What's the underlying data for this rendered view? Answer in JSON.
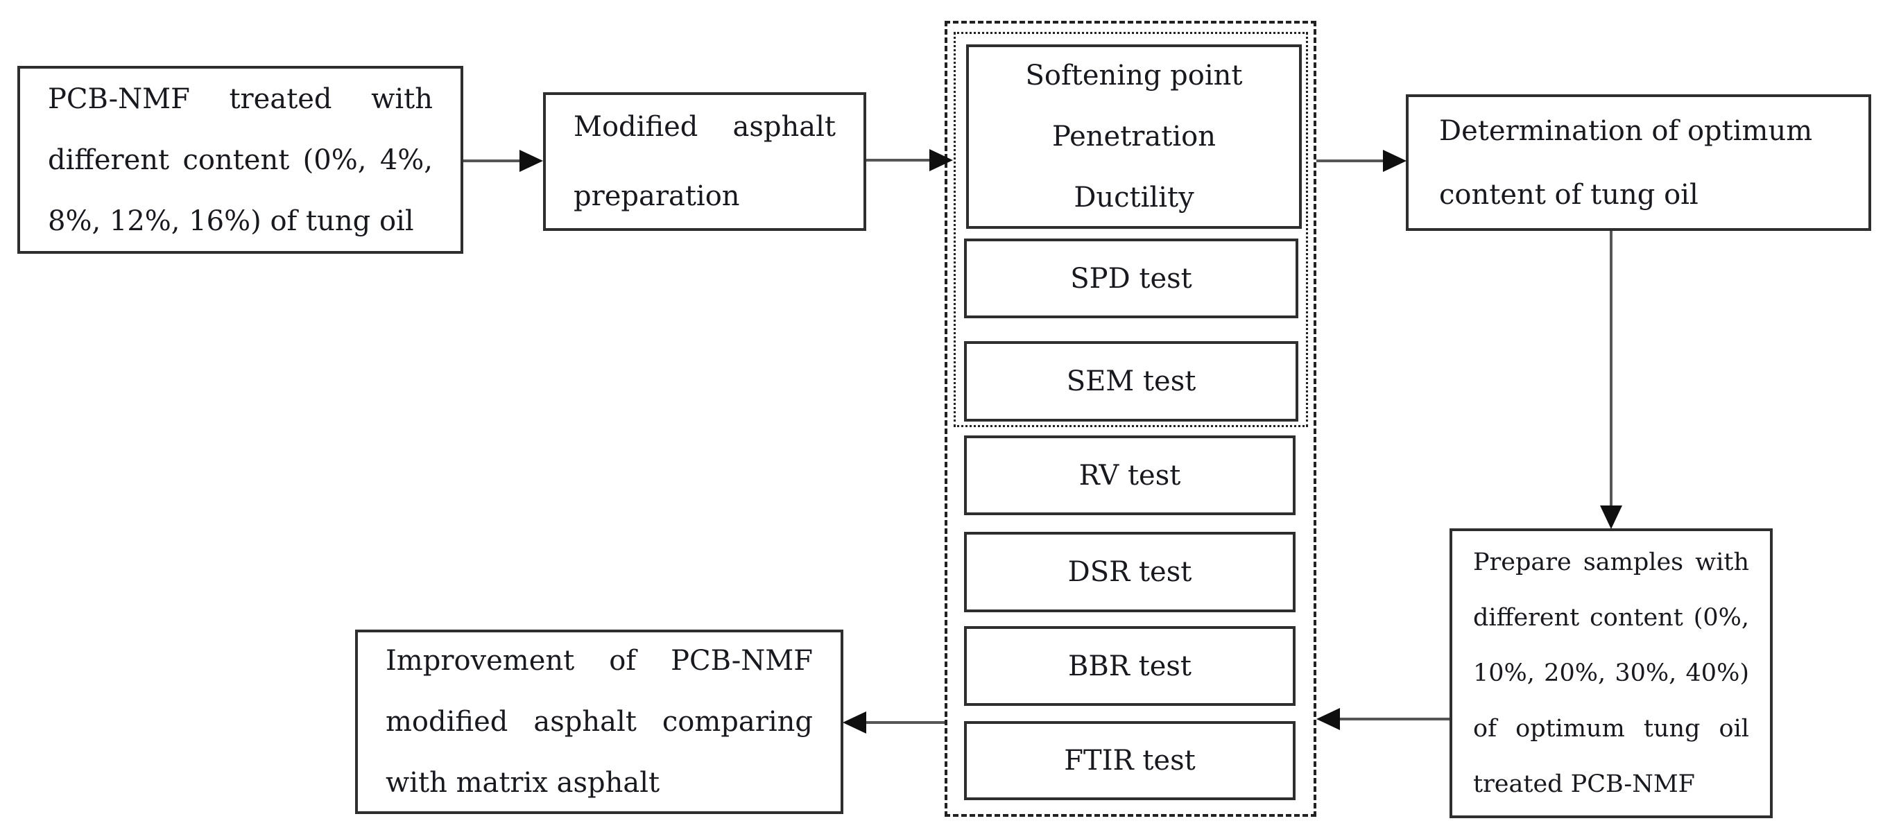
{
  "figure": {
    "background_color": "#ffffff",
    "box_border_color": "#2e2e2e",
    "dashed_border_color": "#222222",
    "arrow_line_color": "#565656",
    "arrow_head_color": "#0f0f0f",
    "text_color": "#18181f"
  },
  "nodes": {
    "pcb_nmf_treated": {
      "label": "PCB-NMF treated with different content (0%, 4%, 8%, 12%, 16%) of tung oil"
    },
    "modified_asphalt": {
      "label": "Modified asphalt preparation"
    },
    "softening_penetration_ductility": {
      "label": "Softening point\nPenetration\nDuctility"
    },
    "spd_test": {
      "label": "SPD test"
    },
    "sem_test": {
      "label": "SEM test"
    },
    "rv_test": {
      "label": "RV test"
    },
    "dsr_test": {
      "label": "DSR test"
    },
    "bbr_test": {
      "label": "BBR test"
    },
    "ftir_test": {
      "label": "FTIR test"
    },
    "determination_optimum": {
      "label": "Determination of optimum content of tung oil"
    },
    "prepare_samples": {
      "label": "Prepare samples with different content (0%, 10%, 20%, 30%, 40%) of optimum tung oil treated PCB-NMF"
    },
    "improvement": {
      "label": "Improvement of PCB-NMF modified asphalt comparing with matrix asphalt"
    }
  },
  "edges": [
    {
      "from": "pcb_nmf_treated",
      "to": "modified_asphalt",
      "direction": "right"
    },
    {
      "from": "modified_asphalt",
      "to": "test_battery_container",
      "direction": "right"
    },
    {
      "from": "test_battery_container",
      "to": "determination_optimum",
      "direction": "right"
    },
    {
      "from": "determination_optimum",
      "to": "prepare_samples",
      "direction": "down"
    },
    {
      "from": "prepare_samples",
      "to": "test_battery_container",
      "direction": "left"
    },
    {
      "from": "test_battery_container",
      "to": "improvement",
      "direction": "left"
    }
  ]
}
